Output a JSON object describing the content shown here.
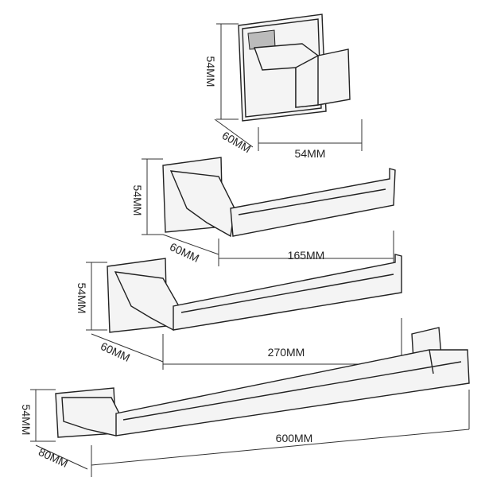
{
  "items": [
    {
      "name": "robe-hook",
      "height": "54MM",
      "depth": "60MM",
      "width": "54MM"
    },
    {
      "name": "toilet-paper-holder",
      "height": "54MM",
      "depth": "60MM",
      "width": "165MM"
    },
    {
      "name": "towel-ring-bar",
      "height": "54MM",
      "depth": "60MM",
      "width": "270MM"
    },
    {
      "name": "towel-bar",
      "height": "54MM",
      "depth": "80MM",
      "width": "600MM"
    }
  ]
}
